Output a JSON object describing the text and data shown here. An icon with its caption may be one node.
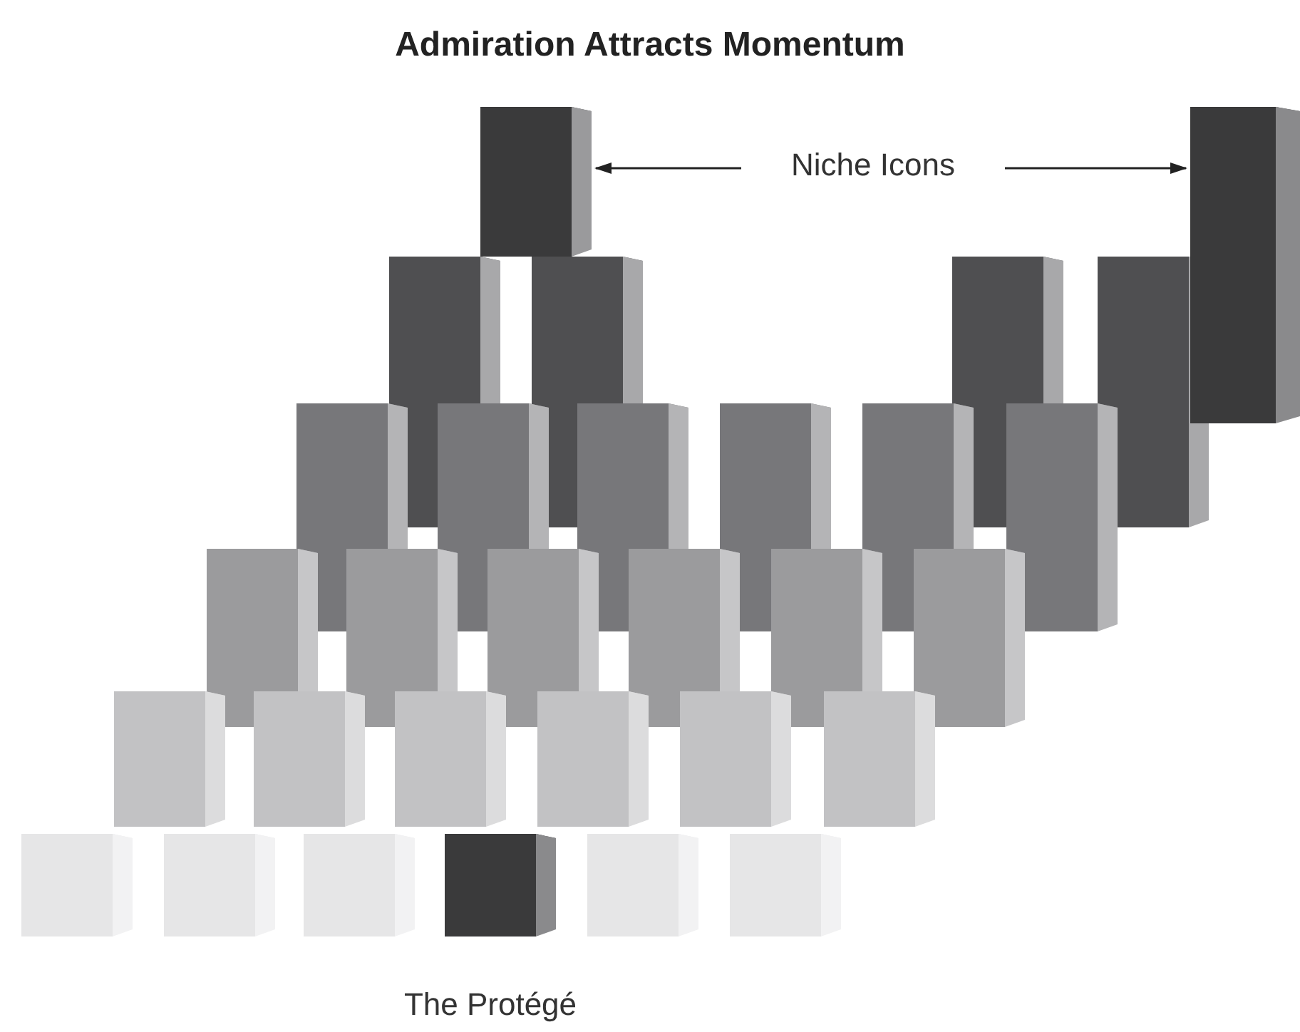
{
  "diagram": {
    "title": "Admiration Attracts Momentum",
    "nodes": [
      {
        "text": [
          "Niche Icons"
        ]
      },
      {
        "text": [],
        "shape": "box"
      },
      {
        "text": [],
        "shape": "box"
      },
      {
        "text": [],
        "shape": "box",
        "beside": [
          "The Protégé"
        ]
      }
    ],
    "edges": [
      {
        "from": 0,
        "to": 1,
        "arrow": "to"
      },
      {
        "from": 0,
        "to": 2,
        "arrow": "to"
      }
    ]
  }
}
